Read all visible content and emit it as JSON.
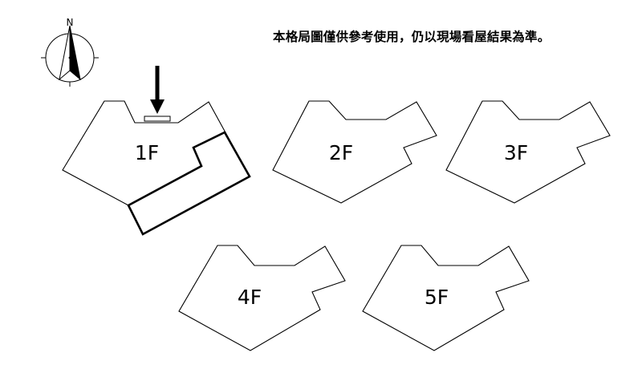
{
  "disclaimer": "本格局圖僅供參考使用，仍以現場看屋結果為準。",
  "compass": {
    "north_label": "N",
    "icon": "north-arrow-compass"
  },
  "entrance": {
    "icon": "down-arrow-icon"
  },
  "floors": [
    {
      "label": "1F"
    },
    {
      "label": "2F"
    },
    {
      "label": "3F"
    },
    {
      "label": "4F"
    },
    {
      "label": "5F"
    }
  ],
  "highlight": {
    "floor": "1F",
    "color": "#000000"
  }
}
